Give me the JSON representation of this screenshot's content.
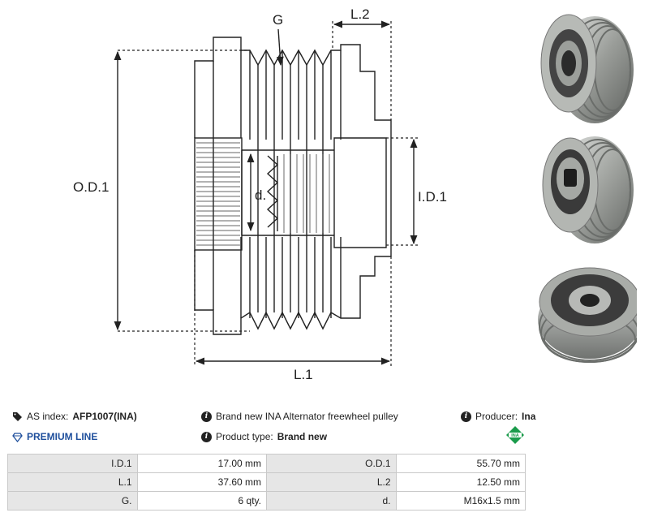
{
  "drawing": {
    "labels": {
      "g": "G",
      "l2": "L.2",
      "od1": "O.D.1",
      "d": "d.",
      "id1": "I.D.1",
      "l1": "L.1"
    }
  },
  "photos": [
    {
      "name": "pulley-photo-front"
    },
    {
      "name": "pulley-photo-angle"
    },
    {
      "name": "pulley-photo-rear"
    }
  ],
  "info": {
    "as_index_label": "AS index:",
    "as_index_value": "AFP1007(INA)",
    "description": "Brand new INA Alternator freewheel pulley",
    "producer_label": "Producer:",
    "producer_value": "Ina",
    "premium_line": "PREMIUM LINE",
    "product_type_label": "Product type:",
    "product_type_value": "Brand new",
    "logo_text": "INA",
    "colors": {
      "premium": "#1f4f9c",
      "logo": "#1a9b4b"
    }
  },
  "specs": [
    {
      "k1": "I.D.1",
      "v1": "17.00 mm",
      "k2": "O.D.1",
      "v2": "55.70 mm"
    },
    {
      "k1": "L.1",
      "v1": "37.60 mm",
      "k2": "L.2",
      "v2": "12.50 mm"
    },
    {
      "k1": "G.",
      "v1": "6 qty.",
      "k2": "d.",
      "v2": "M16x1.5 mm"
    }
  ]
}
